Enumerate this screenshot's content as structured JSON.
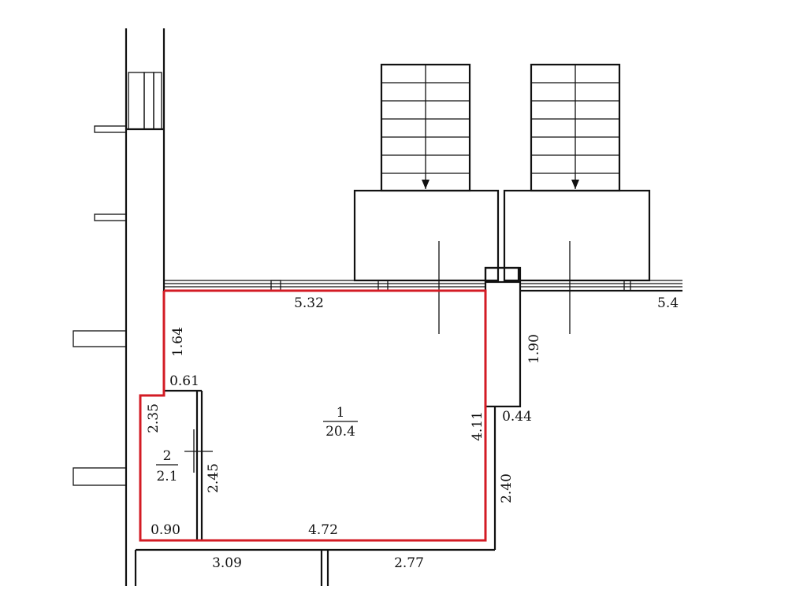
{
  "rooms": [
    {
      "number": "1",
      "area": "20.4"
    },
    {
      "number": "2",
      "area": "2.1"
    }
  ],
  "dimensions": {
    "d_532": "5.32",
    "d_54": "5.4",
    "d_164": "1.64",
    "d_190": "1.90",
    "d_061": "0.61",
    "d_235": "2.35",
    "d_411": "4.11",
    "d_044": "0.44",
    "d_245": "2.45",
    "d_240": "2.40",
    "d_090": "0.90",
    "d_472": "4.72",
    "d_309": "3.09",
    "d_277": "2.77"
  },
  "colors": {
    "highlight": "#d31b24",
    "line": "#111111"
  }
}
